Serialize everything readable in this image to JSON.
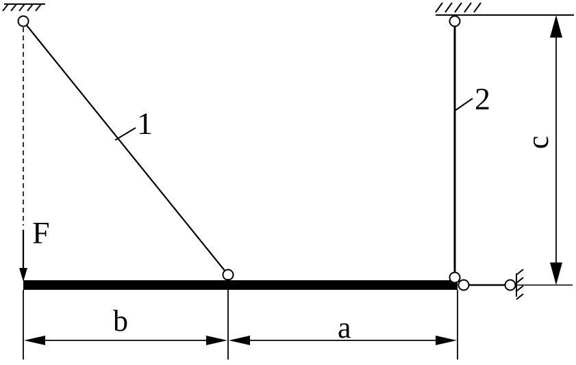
{
  "labels": {
    "force": "F",
    "rod1": "1",
    "rod2": "2",
    "dim_b": "b",
    "dim_a": "a",
    "dim_c": "c"
  },
  "colors": {
    "ink": "#000000",
    "background": "#ffffff"
  }
}
